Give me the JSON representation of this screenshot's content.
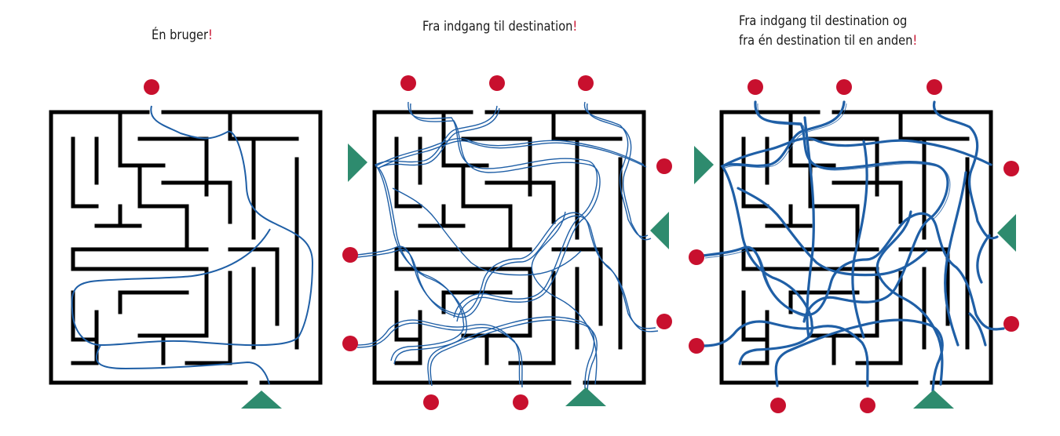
{
  "panels": [
    {
      "lines": [
        "Én bruger"
      ],
      "exclamation": "!",
      "scenario": "single user"
    },
    {
      "lines": [
        "Fra indgang til destination"
      ],
      "exclamation": "!",
      "scenario": "entrance to destination"
    },
    {
      "lines": [
        "Fra indgang til destination og",
        "fra én destination til en anden"
      ],
      "exclamation": "!",
      "scenario": "entrance to destination and destination to destination"
    }
  ],
  "colors": {
    "wall": "#000000",
    "path": "#1f5fa6",
    "destination_dot": "#c8102e",
    "entrance_triangle": "#2e8b6e",
    "exclamation": "#c8102e"
  },
  "icons": [
    "destination-dot-icon",
    "entrance-triangle-icon"
  ]
}
